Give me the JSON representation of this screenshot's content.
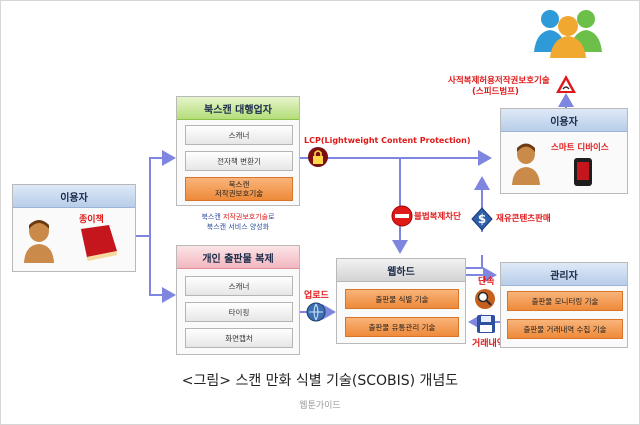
{
  "user_left": {
    "title": "이용자",
    "book_label": "종이책"
  },
  "scan_agency": {
    "title": "북스캔 대행업자",
    "items": [
      "스캐너",
      "전자책 변환기"
    ],
    "highlight_line1": "북스캔",
    "highlight_line2": "저작권보호기술",
    "note_line1_a": "북스캔 ",
    "note_line1_b": "저작권보호기술",
    "note_line1_c": "로",
    "note_line2": "북스캔 서비스 양성화"
  },
  "personal_copy": {
    "title": "개인 출판물 복제",
    "items": [
      "스캐너",
      "타이핑",
      "화면캡처"
    ]
  },
  "lcp_label": "LCP(Lightweight Content Protection)",
  "upload_label": "업로드",
  "illegal_block_label": "불법복제차단",
  "resale_label": "재유콘텐츠판매",
  "crackdown_label": "단속",
  "transaction_label": "거래내역",
  "webhard": {
    "title": "웹하드",
    "items": [
      "출판물 식별 기술",
      "출판물 유통관리 기술"
    ]
  },
  "manager": {
    "title": "관리자",
    "items": [
      "출판물 모니터링 기술",
      "출판물 거래내역 수집 기술"
    ]
  },
  "user_right": {
    "title": "이용자",
    "device_label": "스마트 디바이스"
  },
  "private_copy_tech": {
    "line1": "사적복제허용저작권보호기술",
    "line2": "(스피드범프)"
  },
  "caption": "<그림> 스캔 만화 식별 기술(SCOBIS) 개념도",
  "watermark": "웹툰가이드",
  "colors": {
    "arrow": "#7f86e0",
    "accent_red": "#e01a1a",
    "orange": "#ee8a3a",
    "header_blue": "#b7cde9",
    "header_green": "#b4dd79",
    "header_pink": "#f2b7bf"
  },
  "icons": [
    "person-icon",
    "book-icon",
    "lock-icon",
    "no-entry-icon",
    "dollar-sign-icon",
    "magnifier-icon",
    "disk-icon",
    "upload-globe-icon",
    "warning-triangle-icon",
    "users-group-icon",
    "smartphone-icon"
  ]
}
